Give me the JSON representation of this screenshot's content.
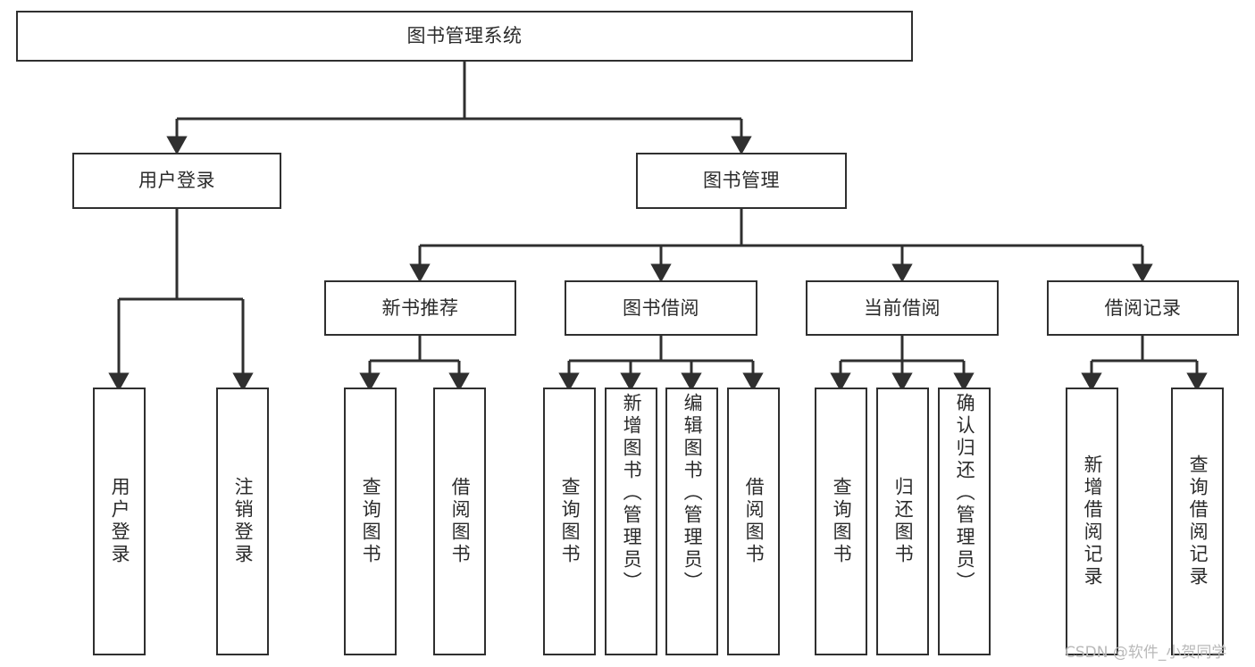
{
  "diagram": {
    "title": "图书管理系统",
    "watermark": "CSDN @软件_小贺同学",
    "line_color": "#2f2f2f",
    "box_border_color": "#2f2f2f",
    "box_fill_color": "#ffffff",
    "text_color": "#2b2b2b",
    "watermark_color": "#b9b9b9"
  },
  "nodes": {
    "root": {
      "label": "图书管理系统"
    },
    "level2": [
      {
        "label": "用户登录"
      },
      {
        "label": "图书管理"
      }
    ],
    "level3": [
      {
        "label": "新书推荐"
      },
      {
        "label": "图书借阅"
      },
      {
        "label": "当前借阅"
      },
      {
        "label": "借阅记录"
      }
    ],
    "leaves_user_login": [
      {
        "label": "用户登录"
      },
      {
        "label": "注销登录"
      }
    ],
    "leaves_new_book": [
      {
        "label": "查询图书"
      },
      {
        "label": "借阅图书"
      }
    ],
    "leaves_borrow": [
      {
        "label": "查询图书"
      },
      {
        "label": "新增图书（管理员）"
      },
      {
        "label": "编辑图书（管理员）"
      },
      {
        "label": "借阅图书"
      }
    ],
    "leaves_current": [
      {
        "label": "查询图书"
      },
      {
        "label": "归还图书"
      },
      {
        "label": "确认归还（管理员）"
      }
    ],
    "leaves_records": [
      {
        "label": "新增借阅记录"
      },
      {
        "label": "查询借阅记录"
      }
    ]
  }
}
